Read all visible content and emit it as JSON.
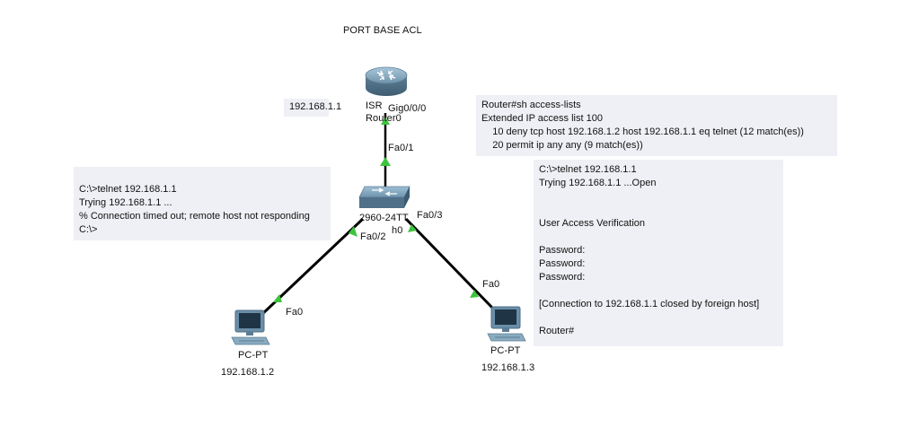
{
  "title": "PORT BASE ACL",
  "router": {
    "model_line1": "ISR",
    "model_line2": "Router0",
    "ip": "192.168.1.1",
    "port_gig": "Gig0/0/0",
    "port_uplink": "Fa0/1"
  },
  "switch": {
    "model_line1": "2960-24TT",
    "model_line2": "h0",
    "port_left": "Fa0/2",
    "port_right": "Fa0/3"
  },
  "pc_left": {
    "type": "PC-PT",
    "ip": "192.168.1.2",
    "port": "Fa0"
  },
  "pc_right": {
    "type": "PC-PT",
    "ip": "192.168.1.3",
    "port": "Fa0"
  },
  "notes": {
    "router_acl": [
      "Router#sh access-lists",
      "Extended IP access list 100",
      "    10 deny tcp host 192.168.1.2 host 192.168.1.1 eq telnet (12 match(es))",
      "    20 permit ip any any (9 match(es))"
    ],
    "pc_left_telnet": [
      "C:\\>telnet 192.168.1.1",
      "Trying 192.168.1.1 ...",
      "% Connection timed out; remote host not responding",
      "C:\\>"
    ],
    "pc_right_telnet": [
      "C:\\>telnet 192.168.1.1",
      "Trying 192.168.1.1 ...Open",
      "",
      "",
      "User Access Verification",
      "",
      "Password:",
      "Password:",
      "Password:",
      "",
      "[Connection to 192.168.1.1 closed by foreign host]",
      "",
      "Router#"
    ]
  },
  "colors": {
    "link": "#000000",
    "port_indicator": "#3cc43c",
    "note_bg": "#eef0f5"
  }
}
